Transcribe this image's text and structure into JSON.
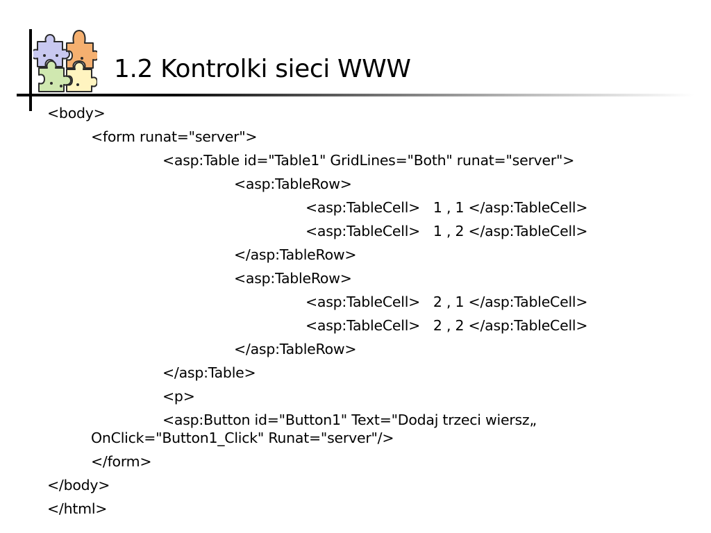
{
  "slide": {
    "title": "1.2 Kontrolki sieci WWW"
  },
  "code_lines": [
    "<body>",
    "<form runat=\"server\">",
    "<asp:Table id=\"Table1\" GridLines=\"Both\" runat=\"server\">",
    "<asp:TableRow>",
    "<asp:TableCell>   1 , 1 </asp:TableCell>",
    "<asp:TableCell>   1 , 2 </asp:TableCell>",
    "</asp:TableRow>",
    "<asp:TableRow>",
    "<asp:TableCell>   2 , 1 </asp:TableCell>",
    "<asp:TableCell>   2 , 2 </asp:TableCell>",
    "</asp:TableRow>",
    "</asp:Table>",
    "<p>",
    "<asp:Button id=\"Button1\" Text=\"Dodaj trzeci wiersz„",
    "OnClick=\"Button1_Click\" Runat=\"server\"/>",
    "</form>",
    "</body>",
    "</html>"
  ],
  "icons": {
    "logo": "puzzle-pieces-icon"
  },
  "colors": {
    "puzzle_blue": "#c8c8f0",
    "puzzle_orange": "#f5b070",
    "puzzle_green": "#d0e8b0",
    "puzzle_yellow": "#fff4c0"
  }
}
